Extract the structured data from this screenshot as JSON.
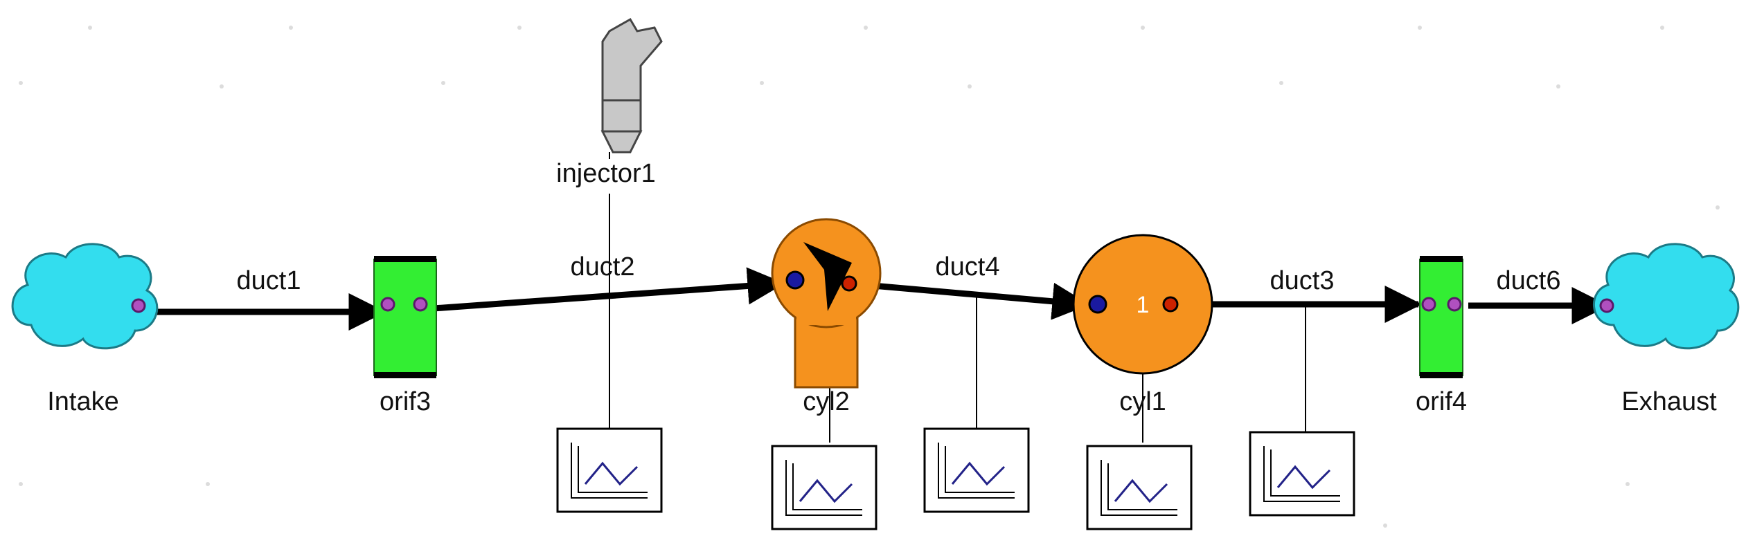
{
  "components": {
    "intake": "Intake",
    "orif3": "orif3",
    "injector1": "injector1",
    "cyl2": "cyl2",
    "cyl1": "cyl1",
    "cyl1_index": "1",
    "orif4": "orif4",
    "exhaust": "Exhaust"
  },
  "ducts": {
    "duct1": "duct1",
    "duct2": "duct2",
    "duct4": "duct4",
    "duct3": "duct3",
    "duct6": "duct6"
  },
  "colors": {
    "cloud": "#33ddee",
    "orifice": "#33ee33",
    "cylinder": "#f5921e",
    "port_in": "#1a1aa0",
    "port_out": "#cc2200",
    "port_pin": "#b050c0",
    "injector": "#c8c8c8",
    "plot_line": "#222288"
  }
}
